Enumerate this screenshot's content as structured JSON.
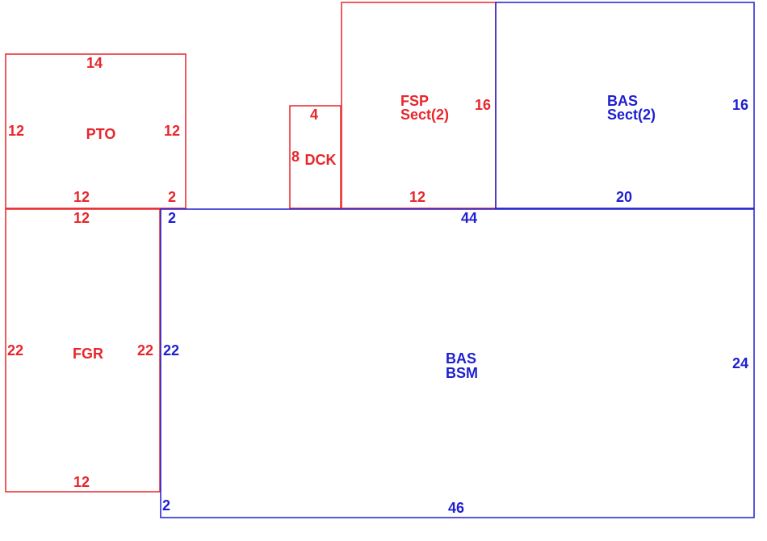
{
  "colors": {
    "red": "#e8262b",
    "blue": "#1f1fd0"
  },
  "areas": {
    "pto": {
      "name": "PTO",
      "top": "14",
      "left": "12",
      "right": "12",
      "bottom": "12",
      "bottom_right": "2"
    },
    "dck": {
      "name": "DCK",
      "top": "4",
      "left": "8"
    },
    "fsp": {
      "name_line1": "FSP",
      "name_line2": "Sect(2)",
      "right": "16",
      "bottom": "12"
    },
    "bas_sect": {
      "name_line1": "BAS",
      "name_line2": "Sect(2)",
      "right": "16",
      "bottom": "20"
    },
    "fgr": {
      "name": "FGR",
      "top": "12",
      "left": "22",
      "right": "22",
      "bottom": "12"
    },
    "bas_bsm": {
      "name_line1": "BAS",
      "name_line2": "BSM",
      "top_left": "2",
      "top": "44",
      "left": "22",
      "right": "24",
      "bottom": "46",
      "bottom_left": "2"
    }
  }
}
